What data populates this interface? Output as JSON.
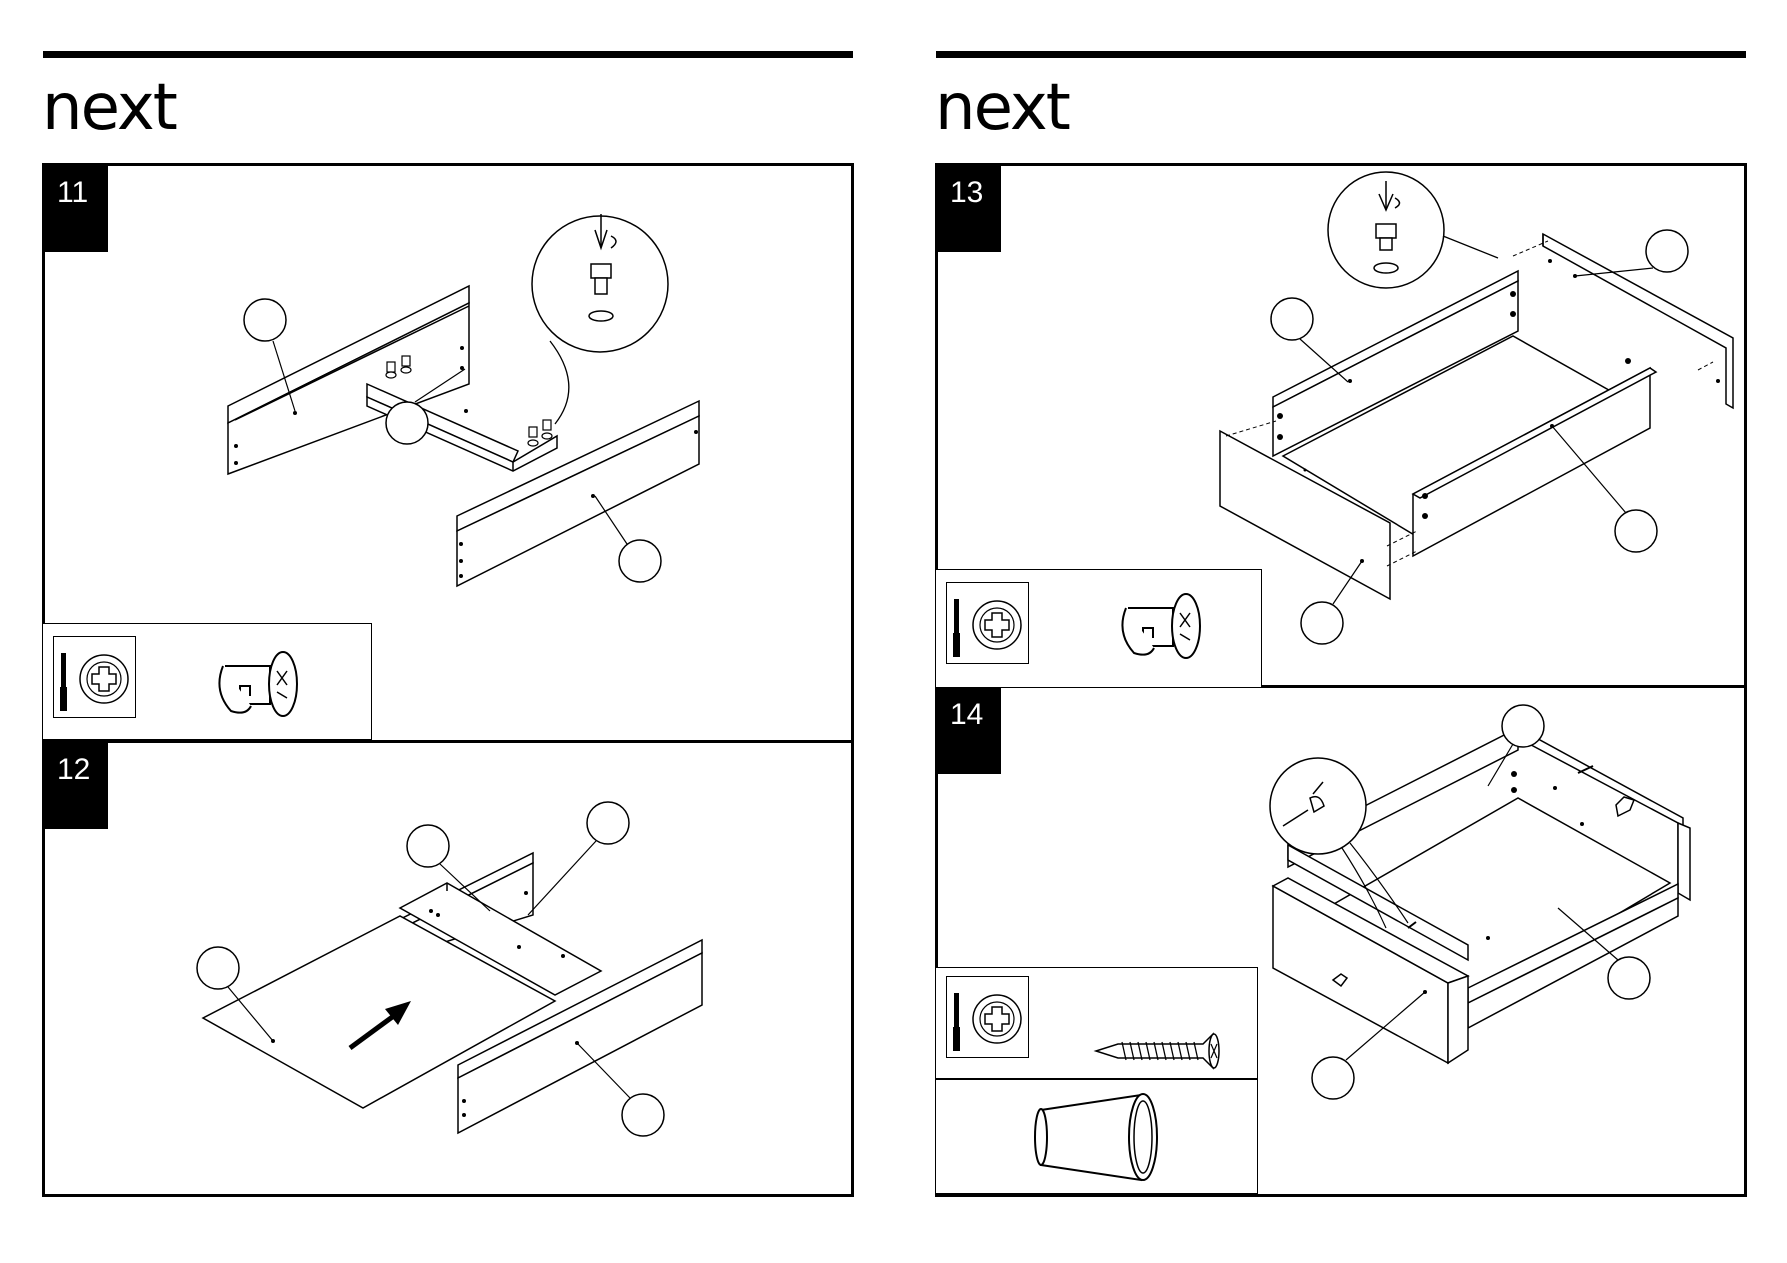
{
  "brand": {
    "logo_text": "next"
  },
  "pages": [
    {
      "steps": [
        {
          "number": "11"
        },
        {
          "number": "12"
        }
      ]
    },
    {
      "steps": [
        {
          "number": "13"
        },
        {
          "number": "14"
        }
      ]
    }
  ],
  "icons": {
    "tool": "phillips-screwdriver-icon",
    "cam_lock": "cam-lock-icon",
    "screw": "wood-screw-icon",
    "knob": "drawer-knob-icon",
    "insert_arrow": "arrow-icon"
  }
}
